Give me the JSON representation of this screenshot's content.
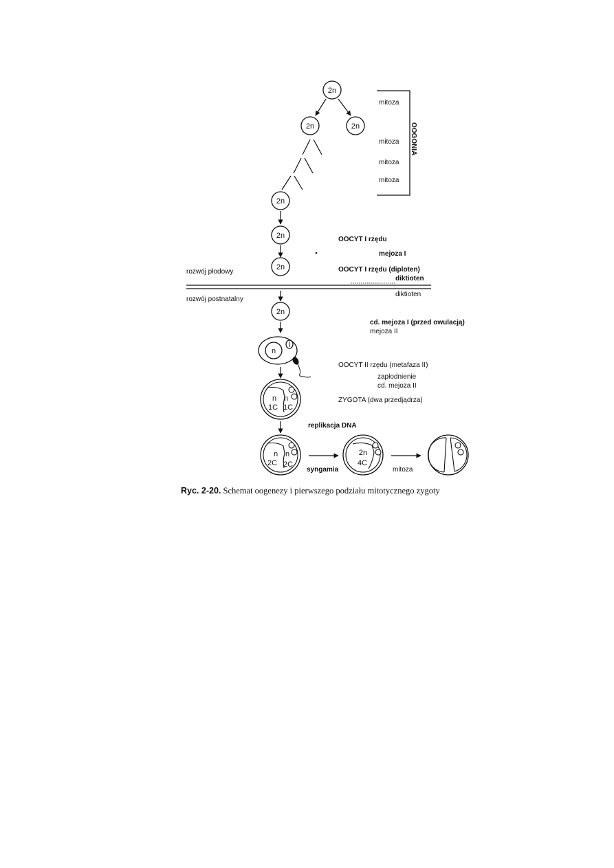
{
  "cells": {
    "oogonium_top": "2n",
    "oogonium_left": "2n",
    "oogonium_right": "2n",
    "oogonium_bottom": "2n",
    "oocyte1": "2n",
    "oocyte1_diplotene": "2n",
    "oocyte1_postnatal": "2n",
    "oocyte2": "n",
    "zygote_pronucleus_left_n": "n",
    "zygote_pronucleus_right_n": "n",
    "zygote_left_c": "1C",
    "zygote_right_c": "1C",
    "replicated_left_n": "n",
    "replicated_right_n": "n",
    "replicated_left_c": "2C",
    "replicated_right_c": "2C",
    "syngamy_n": "2n",
    "syngamy_c": "4C"
  },
  "labels": {
    "mitoza_1": "mitoza",
    "mitoza_2": "mitoza",
    "mitoza_3": "mitoza",
    "mitoza_4": "mitoza",
    "oogonia": "OOGONIA",
    "oocyt1": "OOCYT I rzędu",
    "mejoza1": "mejoza I",
    "oocyt1_diploten": "OOCYT I rzędu (diploten)",
    "diktioten_1": "diktioten",
    "diktioten_2": "diktioten",
    "rozwoj_plodowy": "rozwój płodowy",
    "rozwoj_postnatalny": "rozwój postnatalny",
    "cd_mejoza1": "cd. mejoza I (przed owulacją)",
    "mejoza2": "mejoza II",
    "oocyt2": "OOCYT II rzędu (metafaza II)",
    "zaplodnienie": "zapłodnienie",
    "cd_mejoza2": "cd. mejoza II",
    "zygota": "ZYGOTA (dwa przedjądrza)",
    "replikacja": "replikacja DNA",
    "syngamia": "syngamia",
    "mitoza_final": "mitoza"
  },
  "caption": {
    "number": "Ryc. 2-20.",
    "text": "Schemat oogenezy i pierwszego podziału mitotycznego zygoty"
  }
}
